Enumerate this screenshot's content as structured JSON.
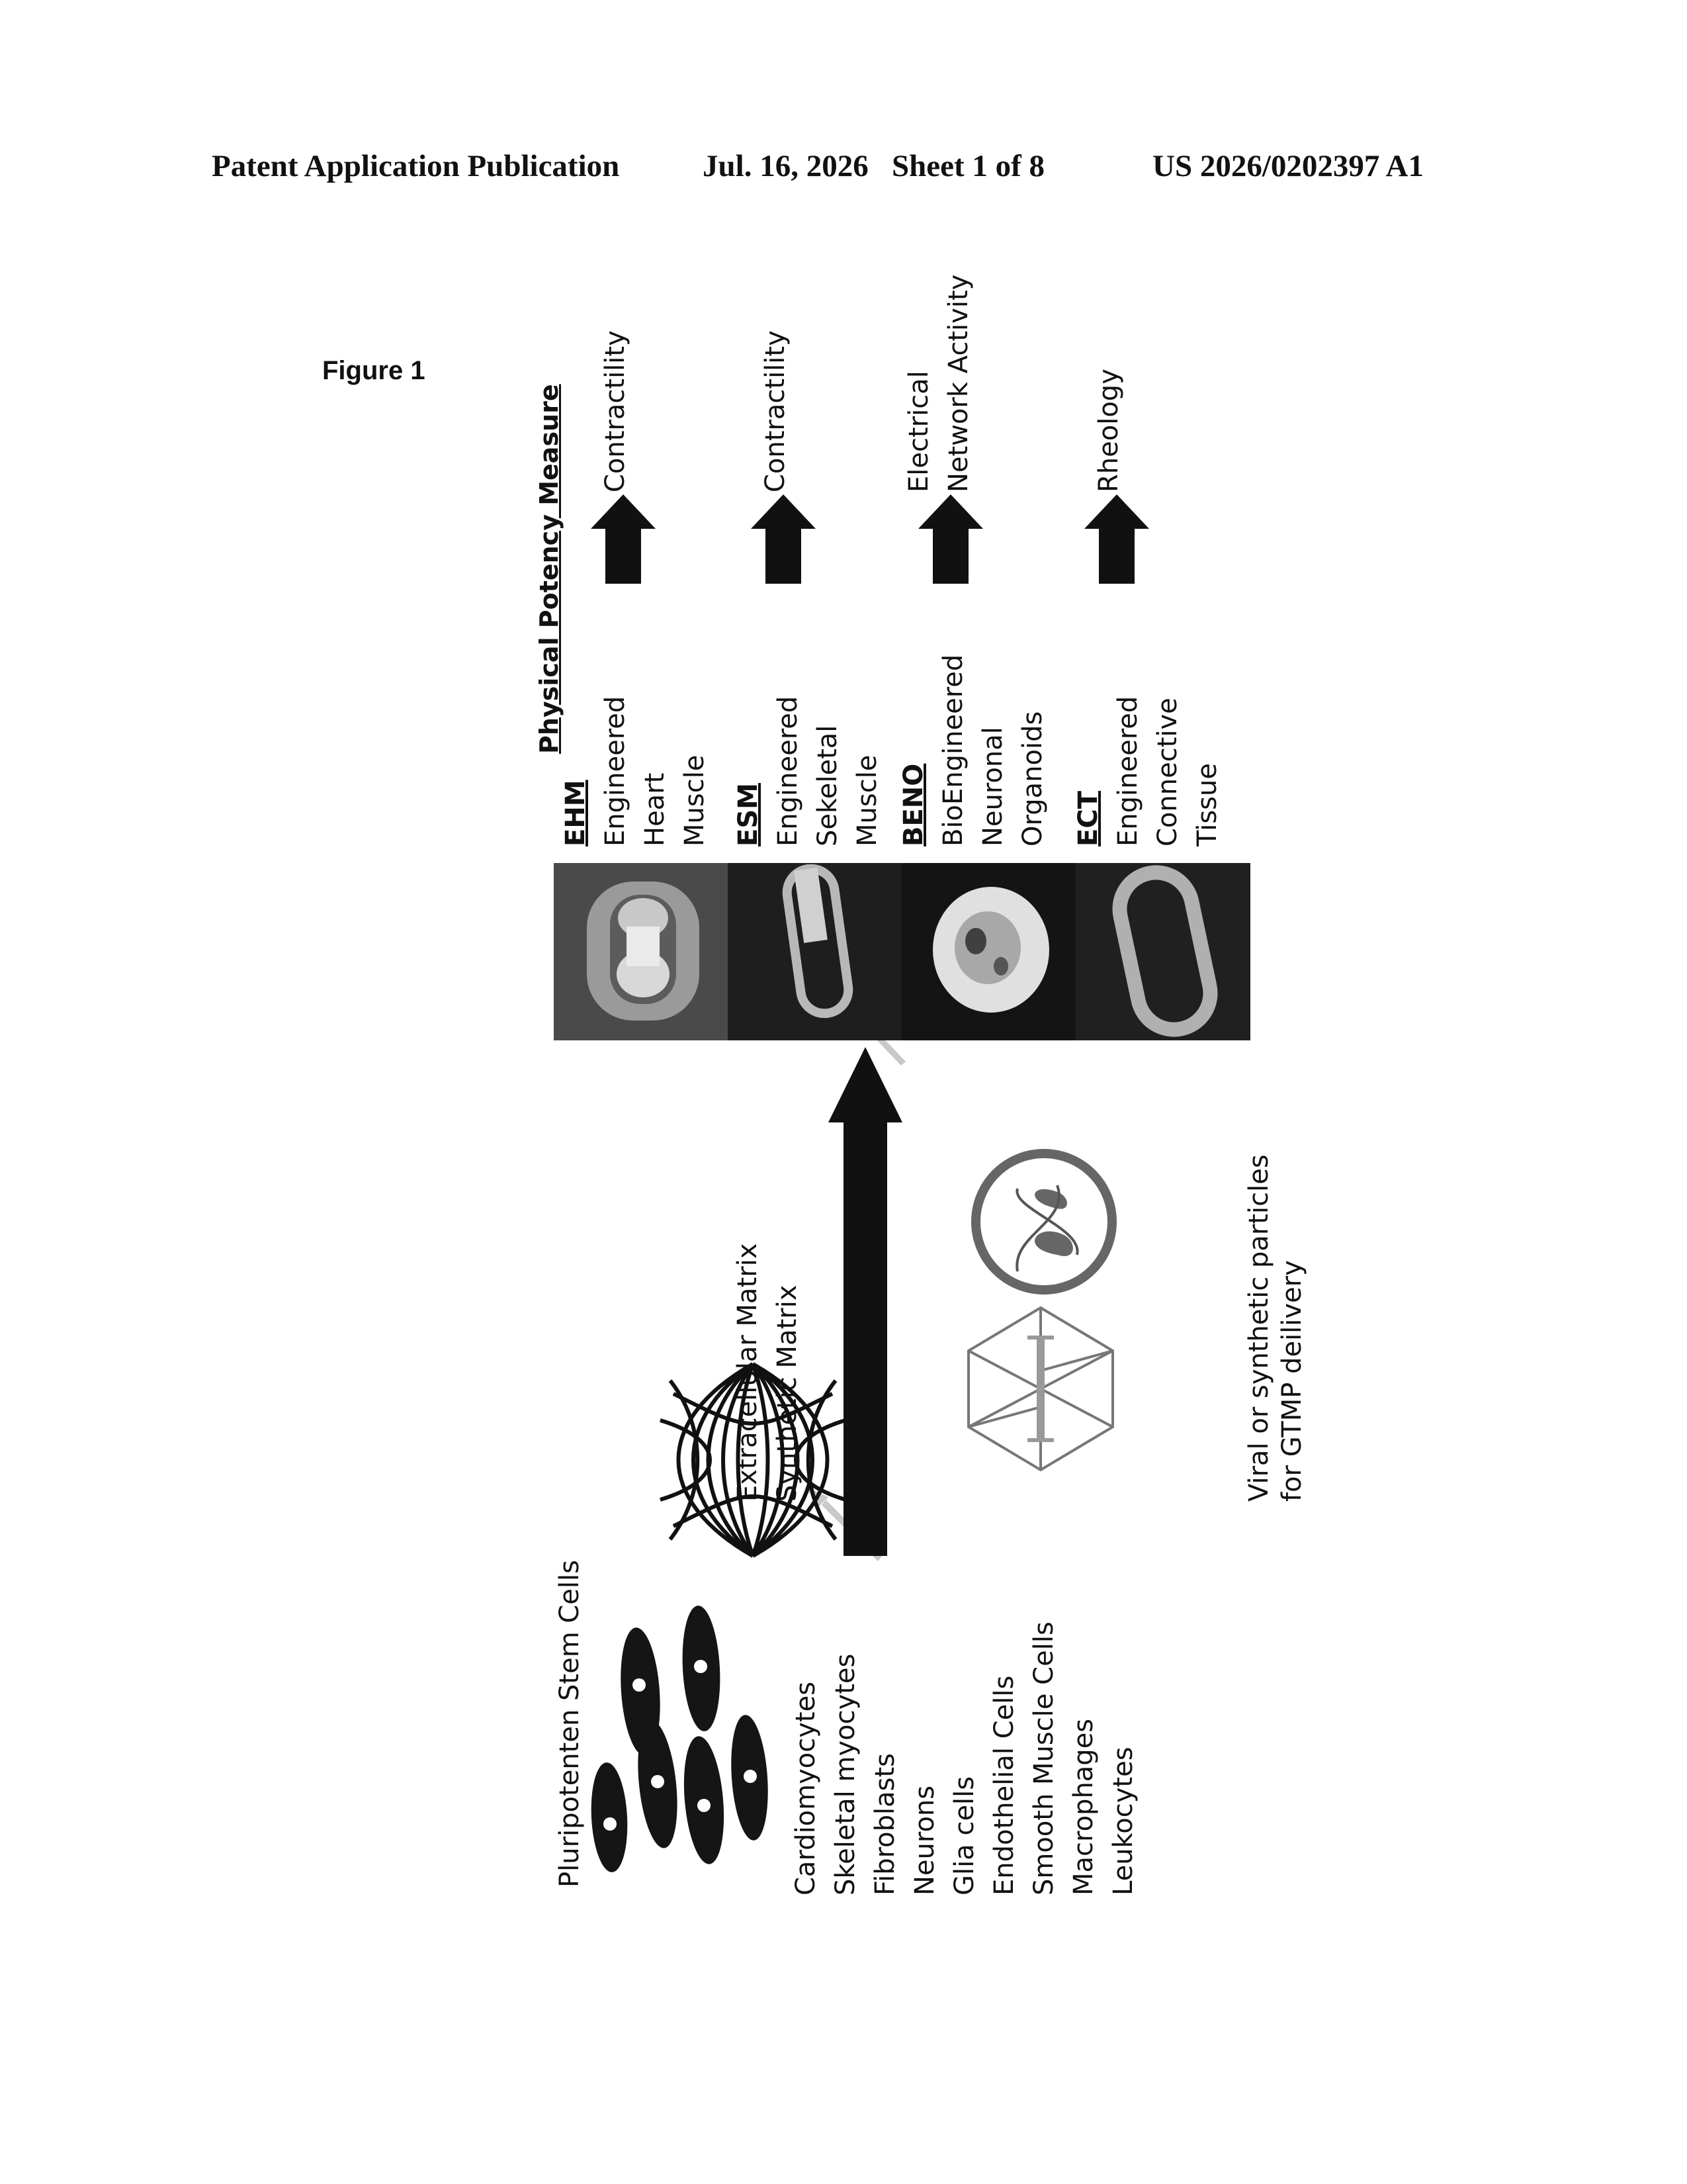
{
  "header": {
    "publication": "Patent Application Publication",
    "date_sheet": "Jul. 16, 2026   Sheet 1 of 8",
    "number": "US 2026/0202397 A1"
  },
  "figure_label": "Figure 1",
  "stem_cells": {
    "title": "Pluripotenten Stem Cells",
    "cell_types": [
      "Cardiomyocytes",
      "Skeletal myocytes",
      "Fibroblasts",
      "Neurons",
      "Glia cells",
      "Endothelial Cells",
      "Smooth Muscle Cells",
      "Macrophages",
      "Leukocytes"
    ]
  },
  "matrix": {
    "line1": "Extracellular Matrix",
    "line2": "Synthetic Matrix"
  },
  "particles": {
    "line1": "Viral or synthetic particles",
    "line2": "for GTMP deilivery"
  },
  "tissues": [
    {
      "abbr": "EHM",
      "lines": [
        "Engineered",
        "Heart",
        "Muscle"
      ],
      "measure": [
        "Contractility"
      ]
    },
    {
      "abbr": "ESM",
      "lines": [
        "Engineered",
        "Sekeletal",
        "Muscle"
      ],
      "measure": [
        "Contractility"
      ]
    },
    {
      "abbr": "BENO",
      "lines": [
        "BioEngineered",
        "Neuronal",
        "Organoids"
      ],
      "measure": [
        "Electrical",
        "Network Activity"
      ]
    },
    {
      "abbr": "ECT",
      "lines": [
        "Engineered",
        "Connective",
        "Tissue"
      ],
      "measure": [
        "Rheology"
      ]
    }
  ],
  "potency_header": "Physical Potency Measure",
  "colors": {
    "arrow_dark": "#111111",
    "arrow_light": "#c8c8c8",
    "cell": "#151515",
    "nucleus": "#ffffff"
  }
}
